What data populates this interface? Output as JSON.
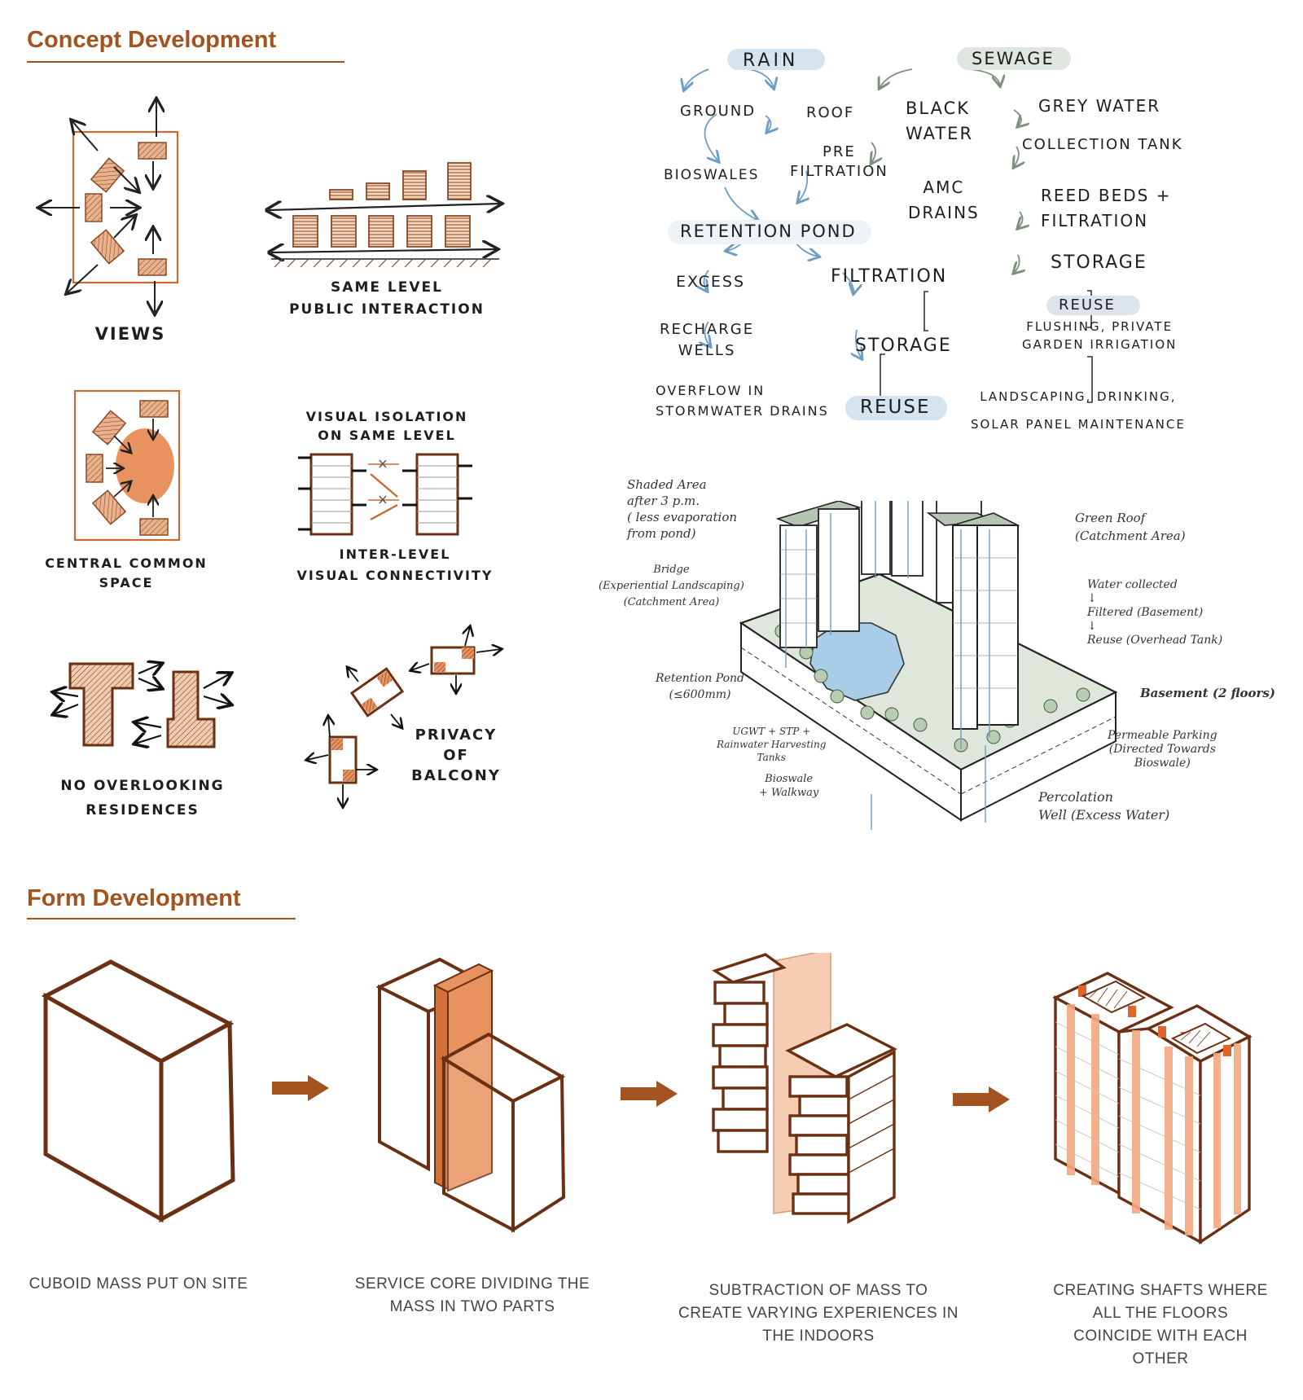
{
  "sections": {
    "concept_title": "Concept Development",
    "form_title": "Form Development"
  },
  "concepts": {
    "views": "VIEWS",
    "same_level": "SAME LEVEL\nPUBLIC INTERACTION",
    "central": "CENTRAL COMMON\nSPACE",
    "visual_isolation": "VISUAL ISOLATION\nON SAME LEVEL",
    "inter_level": "INTER-LEVEL\nVISUAL CONNECTIVITY",
    "no_overlooking": "NO OVERLOOKING\nRESIDENCES",
    "privacy": "PRIVACY\nOF\nBALCONY"
  },
  "water_flow": {
    "rain": "RAIN",
    "ground": "GROUND",
    "roof": "ROOF",
    "bioswales": "BIOSWALES",
    "pre_filtration": "PRE\nFILTRATION",
    "retention_pond": "RETENTION POND",
    "excess": "EXCESS",
    "filtration": "FILTRATION",
    "recharge_wells": "RECHARGE\nWELLS",
    "storage": "STORAGE",
    "overflow": "OVERFLOW IN\nSTORMWATER DRAINS",
    "reuse": "REUSE",
    "reuse_detail": "LANDSCAPING, DRINKING,\nSOLAR PANEL MAINTENANCE",
    "sewage": "SEWAGE",
    "black_water": "BLACK\nWATER",
    "grey_water": "GREY WATER",
    "amc_drains": "AMC\nDRAINS",
    "collection_tank": "COLLECTION TANK",
    "reed_beds": "REED BEDS +\nFILTRATION",
    "storage2": "STORAGE",
    "reuse2": "REUSE",
    "reuse2_detail": "FLUSHING, PRIVATE\nGARDEN IRRIGATION"
  },
  "site_notes": {
    "shaded": "Shaded Area\nafter 3 p.m.\n( less evaporation\nfrom pond)",
    "bridge": "Bridge\n(Experiential Landscaping)\n(Catchment Area)",
    "green_roof": "Green Roof\n(Catchment Area)",
    "water_collected": "Water collected\n↓\nFiltered (Basement)\n↓\nReuse (Overhead Tank)",
    "retention": "Retention Pond\n(≤600mm)",
    "ugwt": "UGWT + STP +\nRainwater Harvesting\nTanks",
    "basement": "Basement (2 floors)",
    "permeable": "Permeable Parking\n(Directed Towards\nBioswale)",
    "bioswale": "Bioswale\n+ Walkway",
    "percolation": "Percolation\nWell (Excess Water)"
  },
  "form_steps": [
    {
      "caption": "CUBOID MASS PUT ON SITE"
    },
    {
      "caption": "SERVICE CORE DIVIDING THE\nMASS IN TWO PARTS"
    },
    {
      "caption": "SUBTRACTION OF MASS TO\nCREATE VARYING EXPERIENCES IN\nTHE INDOORS"
    },
    {
      "caption": "CREATING SHAFTS WHERE\nALL THE FLOORS\nCOINCIDE WITH EACH\nOTHER"
    }
  ],
  "colors": {
    "accent": "#a3531f",
    "terracotta": "#c96a2e",
    "orange_fill": "#e8925f",
    "water_blue": "#8fb8d8",
    "pill_blue": "#d6e4f0",
    "pill_grey": "#dfe5df",
    "green": "#c9d6c5"
  }
}
